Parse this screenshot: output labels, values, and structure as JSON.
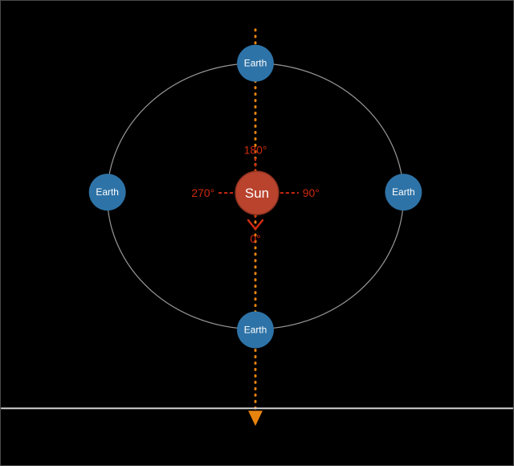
{
  "diagram": {
    "sun": {
      "label": "Sun"
    },
    "earths": [
      {
        "position": "top",
        "label": "Earth"
      },
      {
        "position": "left",
        "label": "Earth"
      },
      {
        "position": "right",
        "label": "Earth"
      },
      {
        "position": "bottom",
        "label": "Earth"
      }
    ],
    "angles": [
      {
        "position": "top",
        "label": "180°"
      },
      {
        "position": "left",
        "label": "270°"
      },
      {
        "position": "right",
        "label": "90°"
      },
      {
        "position": "bottom",
        "label": "0°"
      }
    ],
    "colors": {
      "background": "#000000",
      "sun": "#b9432d",
      "sun_border": "#8c3220",
      "earth": "#2e73a7",
      "label_text": "#ffffff",
      "angle": "#d02a10",
      "reference_line": "#e8830f",
      "orbit": "#999999",
      "baseline": "#cfcfcf"
    }
  }
}
